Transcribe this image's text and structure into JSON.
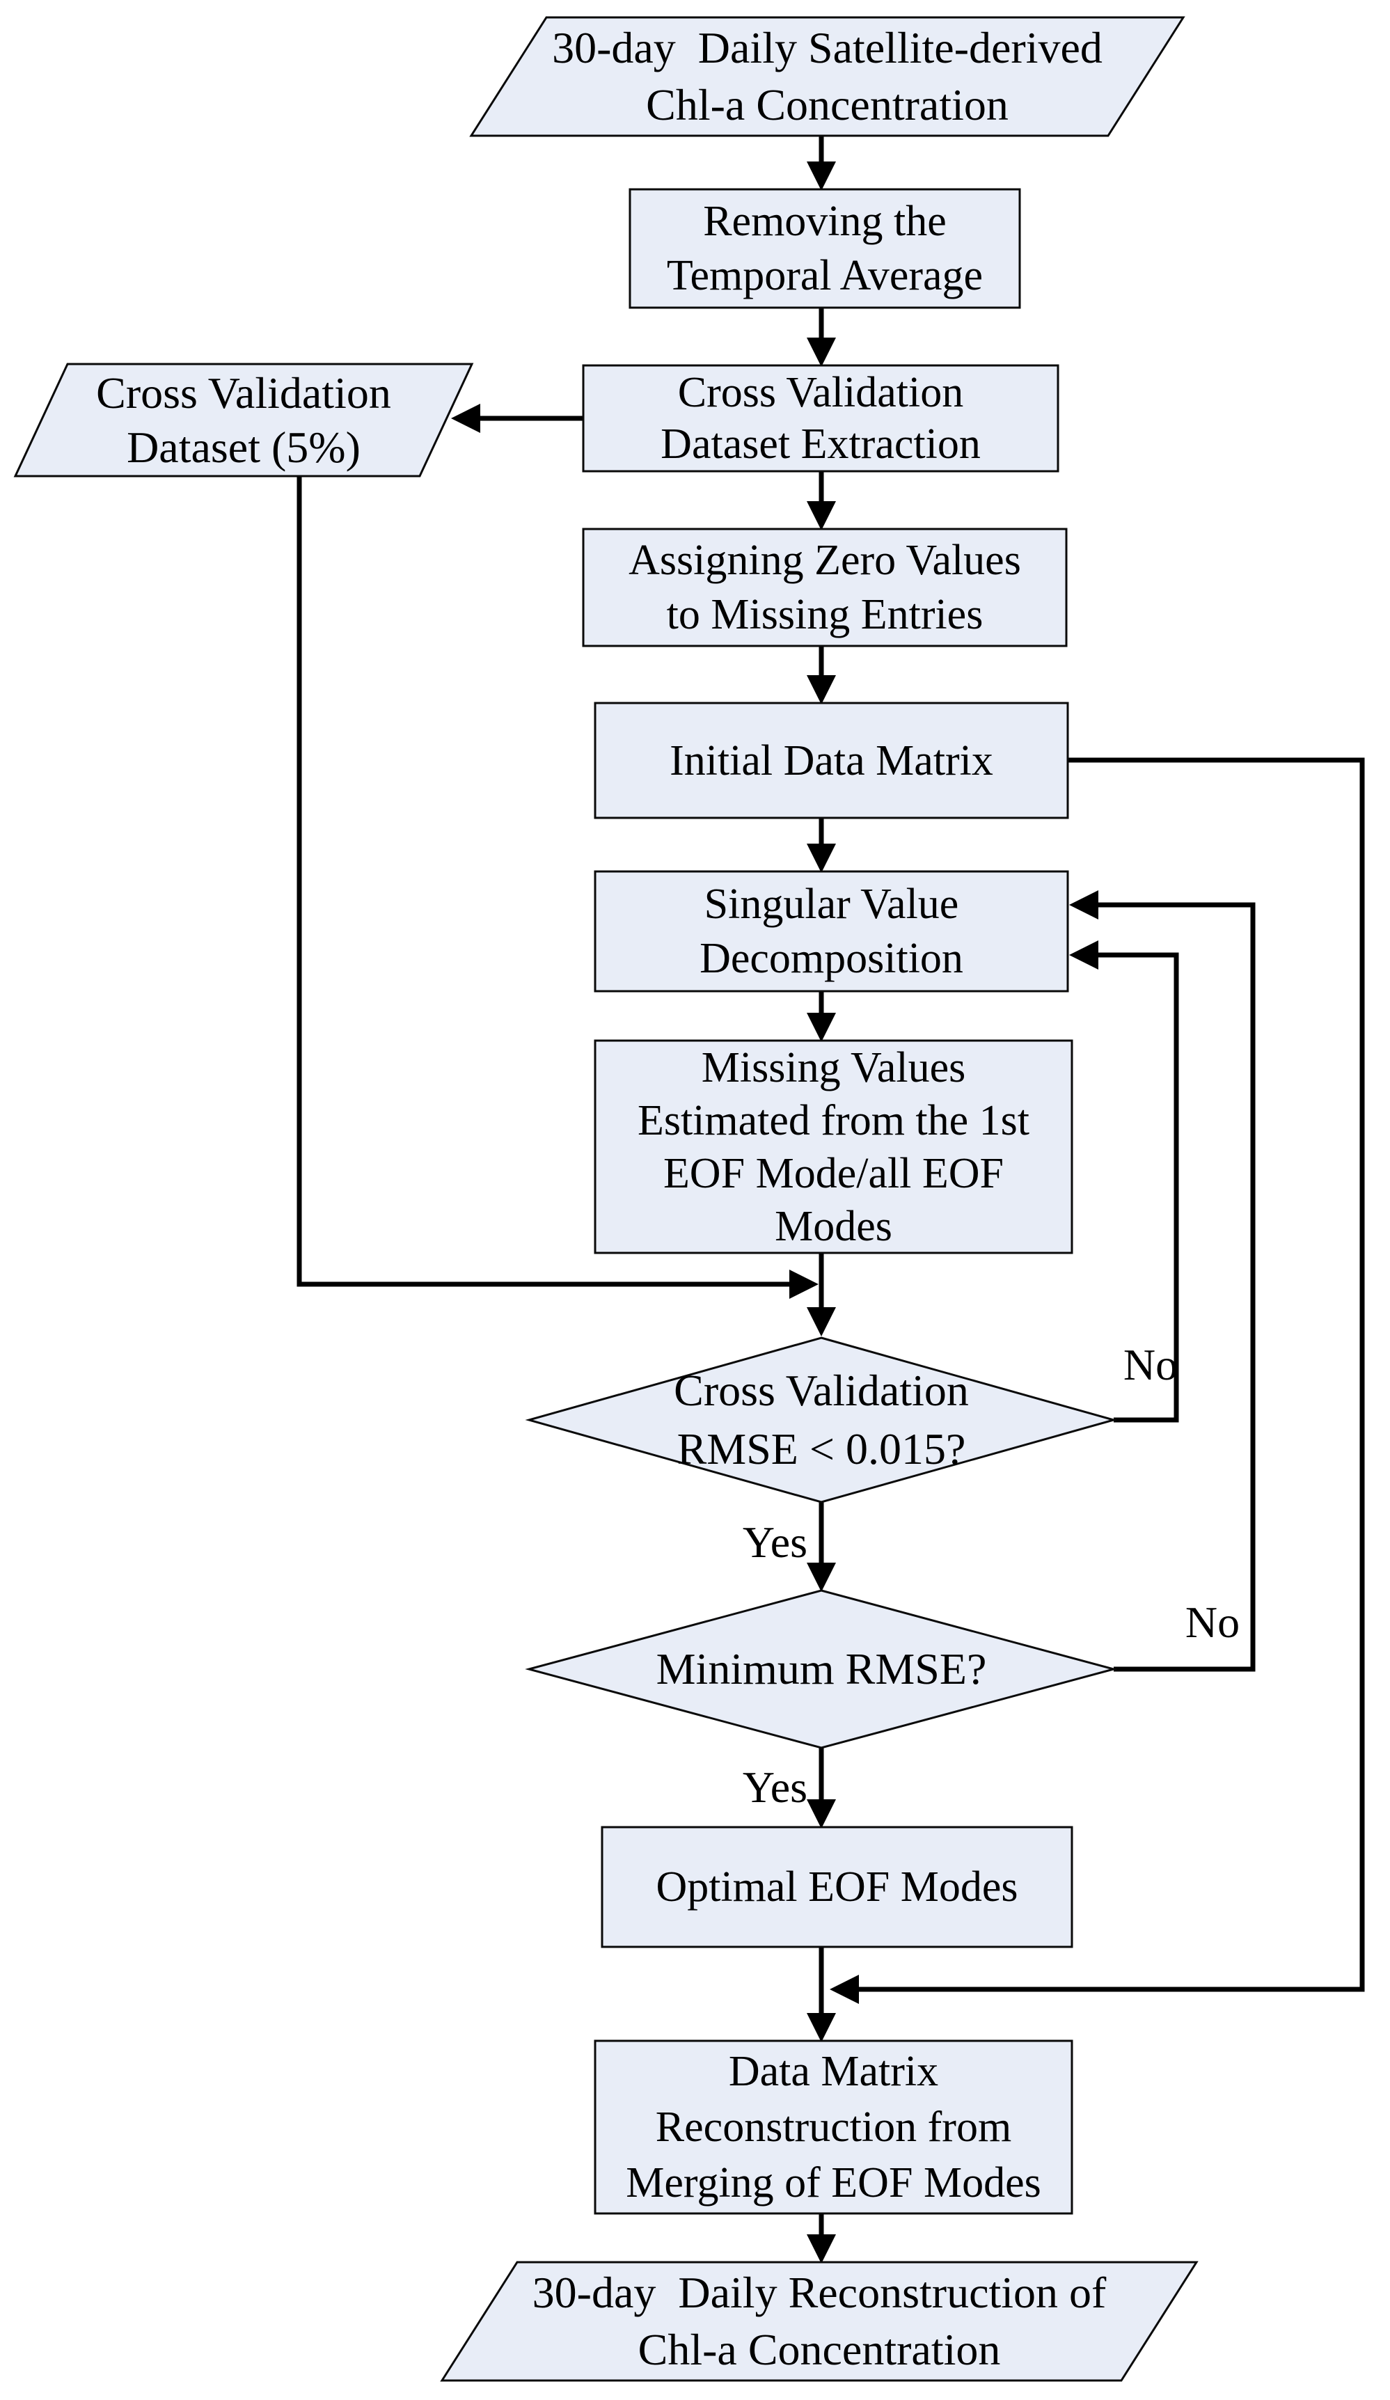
{
  "diagram": {
    "title": "EOF-based Chl-a reconstruction flowchart",
    "nodes": {
      "source_data": {
        "type": "parallelogram",
        "lines": [
          "30-day  Daily Satellite-derived",
          "Chl-a Concentration"
        ]
      },
      "remove_average": {
        "type": "process",
        "lines": [
          "Removing the",
          "Temporal Average"
        ]
      },
      "cv_extraction": {
        "type": "process",
        "lines": [
          "Cross Validation",
          "Dataset Extraction"
        ]
      },
      "cv_dataset": {
        "type": "parallelogram",
        "lines": [
          "Cross Validation",
          "Dataset (5%)"
        ]
      },
      "assign_zero": {
        "type": "process",
        "lines": [
          "Assigning Zero Values",
          "to Missing Entries"
        ]
      },
      "initial_matrix": {
        "type": "process",
        "lines": [
          "Initial Data Matrix"
        ]
      },
      "svd": {
        "type": "process",
        "lines": [
          "Singular Value",
          "Decomposition"
        ]
      },
      "estimate_missing": {
        "type": "process",
        "lines": [
          "Missing Values",
          "Estimated from the 1st",
          "EOF Mode/all EOF",
          "Modes"
        ]
      },
      "cv_rmse_decision": {
        "type": "decision",
        "lines": [
          "Cross Validation",
          "RMSE < 0.015?"
        ]
      },
      "min_rmse_decision": {
        "type": "decision",
        "lines": [
          "Minimum RMSE?"
        ]
      },
      "optimal_modes": {
        "type": "process",
        "lines": [
          "Optimal EOF Modes"
        ]
      },
      "reconstruction": {
        "type": "process",
        "lines": [
          "Data Matrix",
          "Reconstruction from",
          "Merging of EOF Modes"
        ]
      },
      "output_data": {
        "type": "parallelogram",
        "lines": [
          "30-day  Daily Reconstruction of",
          "Chl-a Concentration"
        ]
      }
    },
    "edge_labels": {
      "cv_rmse_yes": "Yes",
      "cv_rmse_no": "No",
      "min_rmse_yes": "Yes",
      "min_rmse_no": "No"
    }
  },
  "colors": {
    "shape_fill": "#e8edf7",
    "shape_border": "#0a0a0a",
    "line": "#000000",
    "text": "#000000",
    "background": "#ffffff"
  }
}
